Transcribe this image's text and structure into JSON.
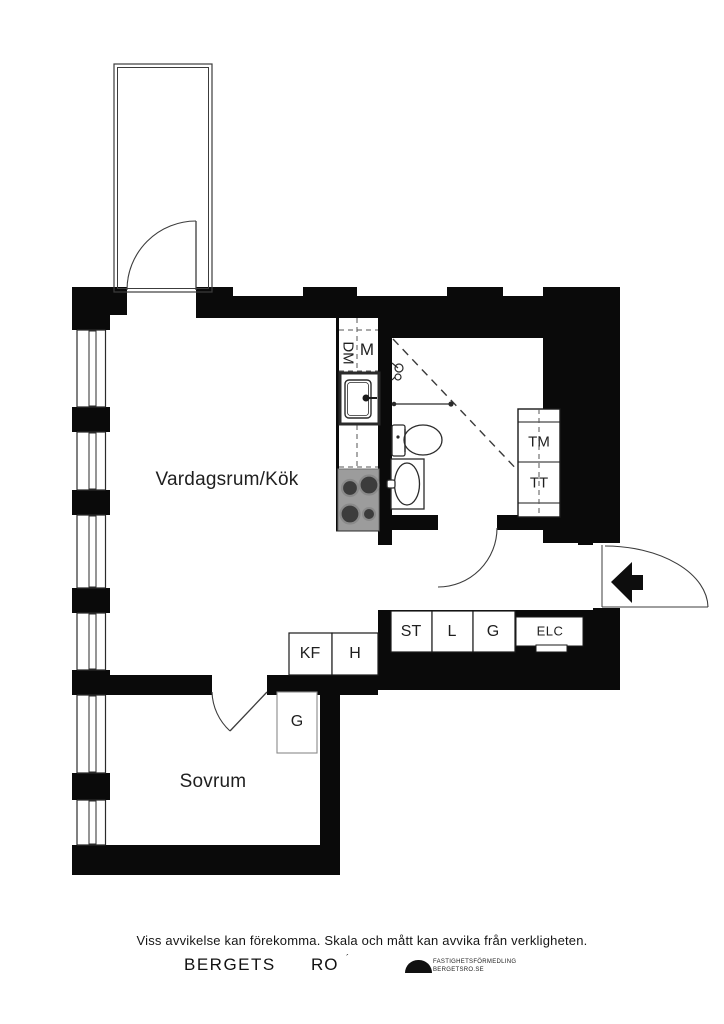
{
  "plan": {
    "rooms": {
      "living": "Vardagsrum/Kök",
      "bedroom": "Sovrum"
    },
    "labels": {
      "dm": "DM",
      "m": "M",
      "tm": "TM",
      "tt": "TT",
      "st": "ST",
      "l": "L",
      "g_hall": "G",
      "elc": "ELC",
      "kf": "KF",
      "h": "H",
      "g_bedroom": "G"
    },
    "colors": {
      "wall": "#0a0a0a",
      "stove_body": "#9c9c9c",
      "burner": "#3c3c3c",
      "line": "#333333"
    }
  },
  "footer": {
    "disclaimer": "Viss avvikelse kan förekomma. Skala och mått kan avvika från verkligheten.",
    "brand": {
      "part1": "BERGETS",
      "part2": "RO",
      "mark": "´",
      "tagline_line1": "FASTIGHETSFÖRMEDLING",
      "tagline_line2": "BERGETSRO.SE"
    }
  }
}
